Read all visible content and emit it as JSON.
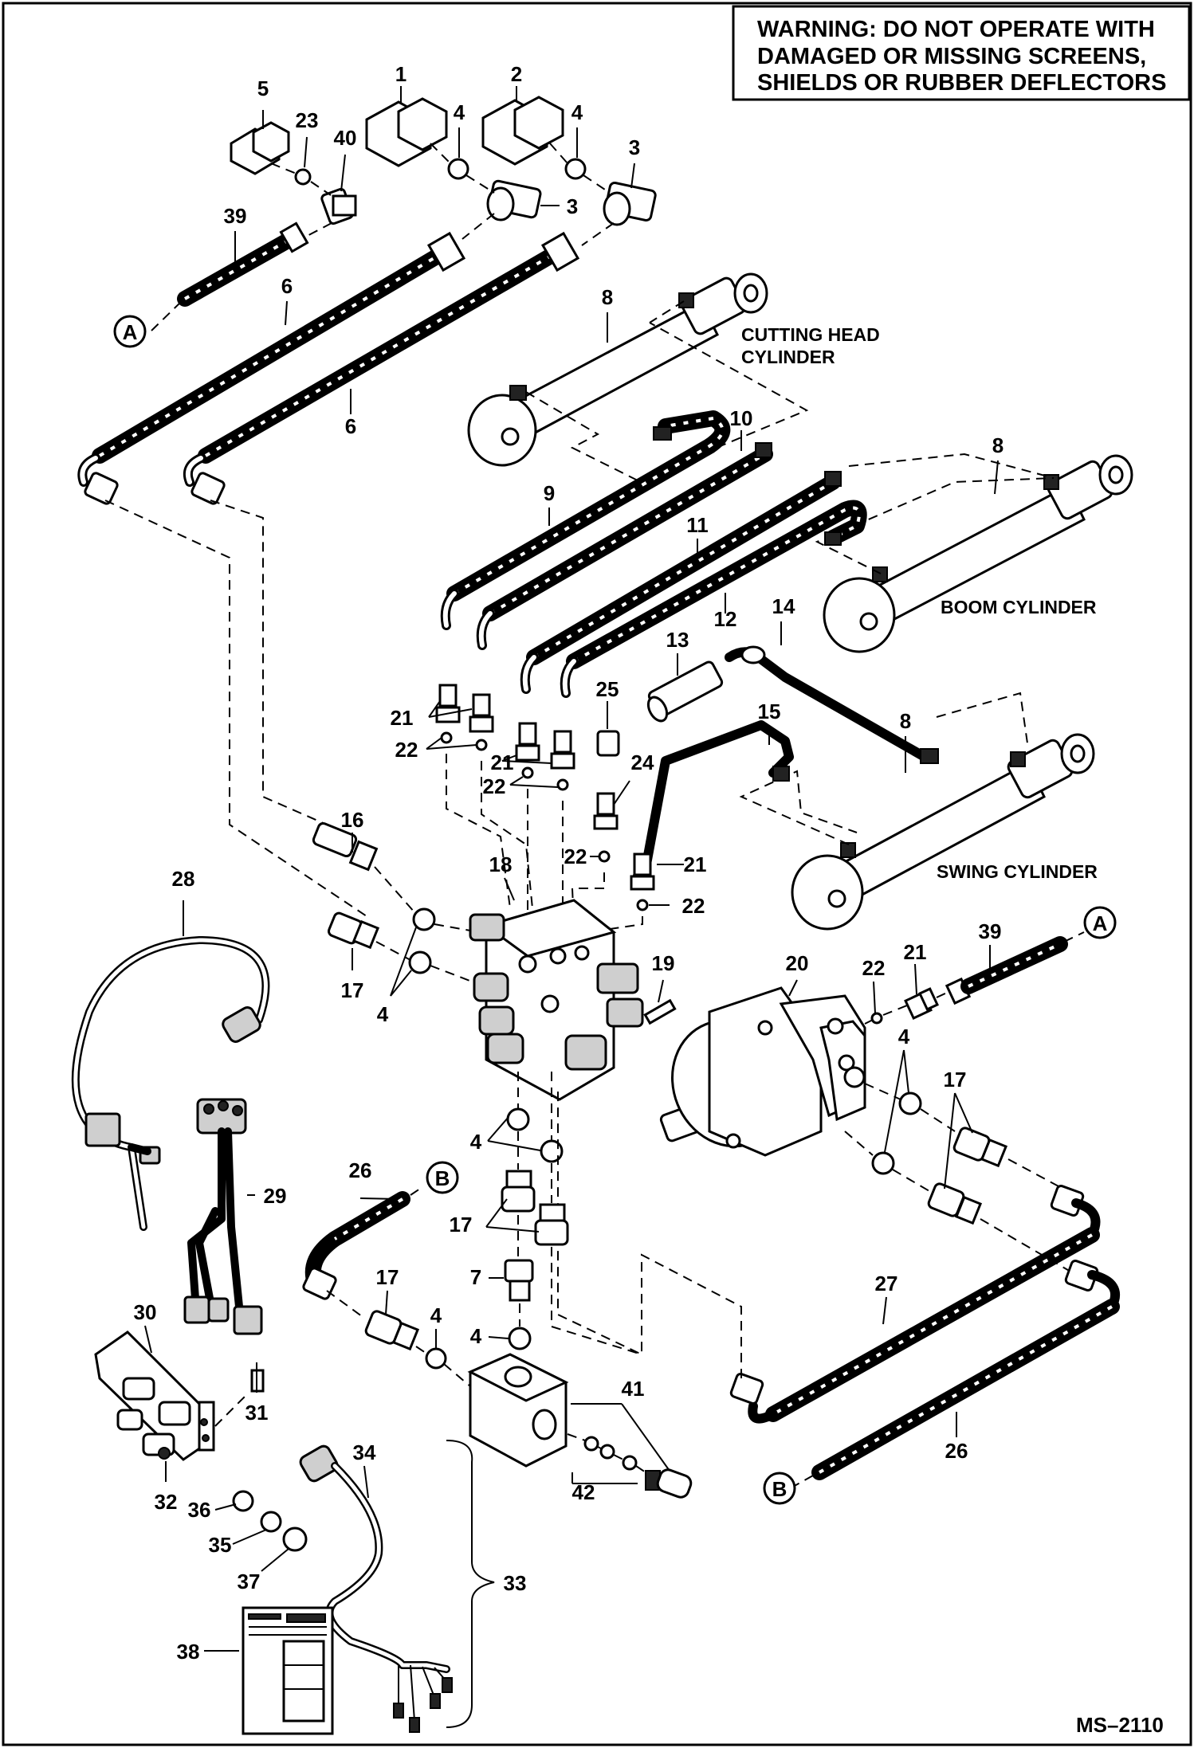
{
  "warning": {
    "line1": "WARNING:  DO NOT OPERATE WITH",
    "line2": "DAMAGED OR MISSING SCREENS,",
    "line3": "SHIELDS OR RUBBER DEFLECTORS"
  },
  "labels": {
    "cutting_head_1": "CUTTING HEAD",
    "cutting_head_2": "CYLINDER",
    "boom_cylinder": "BOOM CYLINDER",
    "swing_cylinder": "SWING CYLINDER"
  },
  "connectors": {
    "a": "A",
    "b": "B"
  },
  "drawing_ref": "MS–2110",
  "callouts": {
    "c1": "1",
    "c2": "2",
    "c3a": "3",
    "c3b": "3",
    "c4a": "4",
    "c4b": "4",
    "c4c": "4",
    "c4d": "4",
    "c4e": "4",
    "c4f": "4",
    "c4g": "4",
    "c5": "5",
    "c6a": "6",
    "c6b": "6",
    "c7": "7",
    "c8a": "8",
    "c8b": "8",
    "c8c": "8",
    "c9": "9",
    "c10": "10",
    "c11": "11",
    "c12": "12",
    "c13": "13",
    "c14": "14",
    "c15": "15",
    "c16": "16",
    "c17a": "17",
    "c17b": "17",
    "c17c": "17",
    "c17d": "17",
    "c18": "18",
    "c19": "19",
    "c20": "20",
    "c21a": "21",
    "c21b": "21",
    "c21c": "21",
    "c22a": "22",
    "c22b": "22",
    "c22c": "22",
    "c22d": "22",
    "c22e": "22",
    "c23": "23",
    "c24": "24",
    "c25": "25",
    "c26a": "26",
    "c26b": "26",
    "c27": "27",
    "c28": "28",
    "c29": "29",
    "c30": "30",
    "c31": "31",
    "c32": "32",
    "c33": "33",
    "c34": "34",
    "c35": "35",
    "c36": "36",
    "c37": "37",
    "c38": "38",
    "c39a": "39",
    "c39b": "39",
    "c40": "40",
    "c41": "41",
    "c42": "42"
  }
}
